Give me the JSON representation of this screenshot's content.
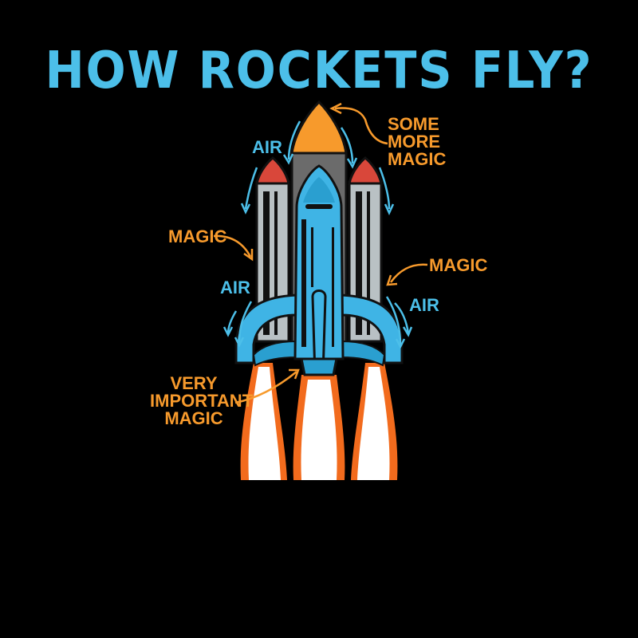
{
  "title": "HOW ROCKETS FLY?",
  "colors": {
    "background": "#000000",
    "title_blue": "#4cbfe9",
    "label_orange": "#f79a2c",
    "shuttle_blue": "#3fb4e5",
    "booster_gray": "#b9c1c4",
    "tank_gray": "#6b6b6b",
    "nose_orange": "#f79a2c",
    "booster_tip_red": "#d9473a",
    "flame_orange": "#f26b1d",
    "flame_white": "#ffffff"
  },
  "labels": {
    "top_right": [
      "SOME",
      "MORE",
      "MAGIC"
    ],
    "air_top_left": "AIR",
    "magic_left": "MAGIC",
    "air_left": "AIR",
    "magic_right": "MAGIC",
    "air_right": "AIR",
    "bottom_left": [
      "VERY",
      "IMPORTANT",
      "MAGIC"
    ]
  },
  "icons": {
    "rocket": "space-shuttle-illustration",
    "arrows": "curved-arrow"
  }
}
